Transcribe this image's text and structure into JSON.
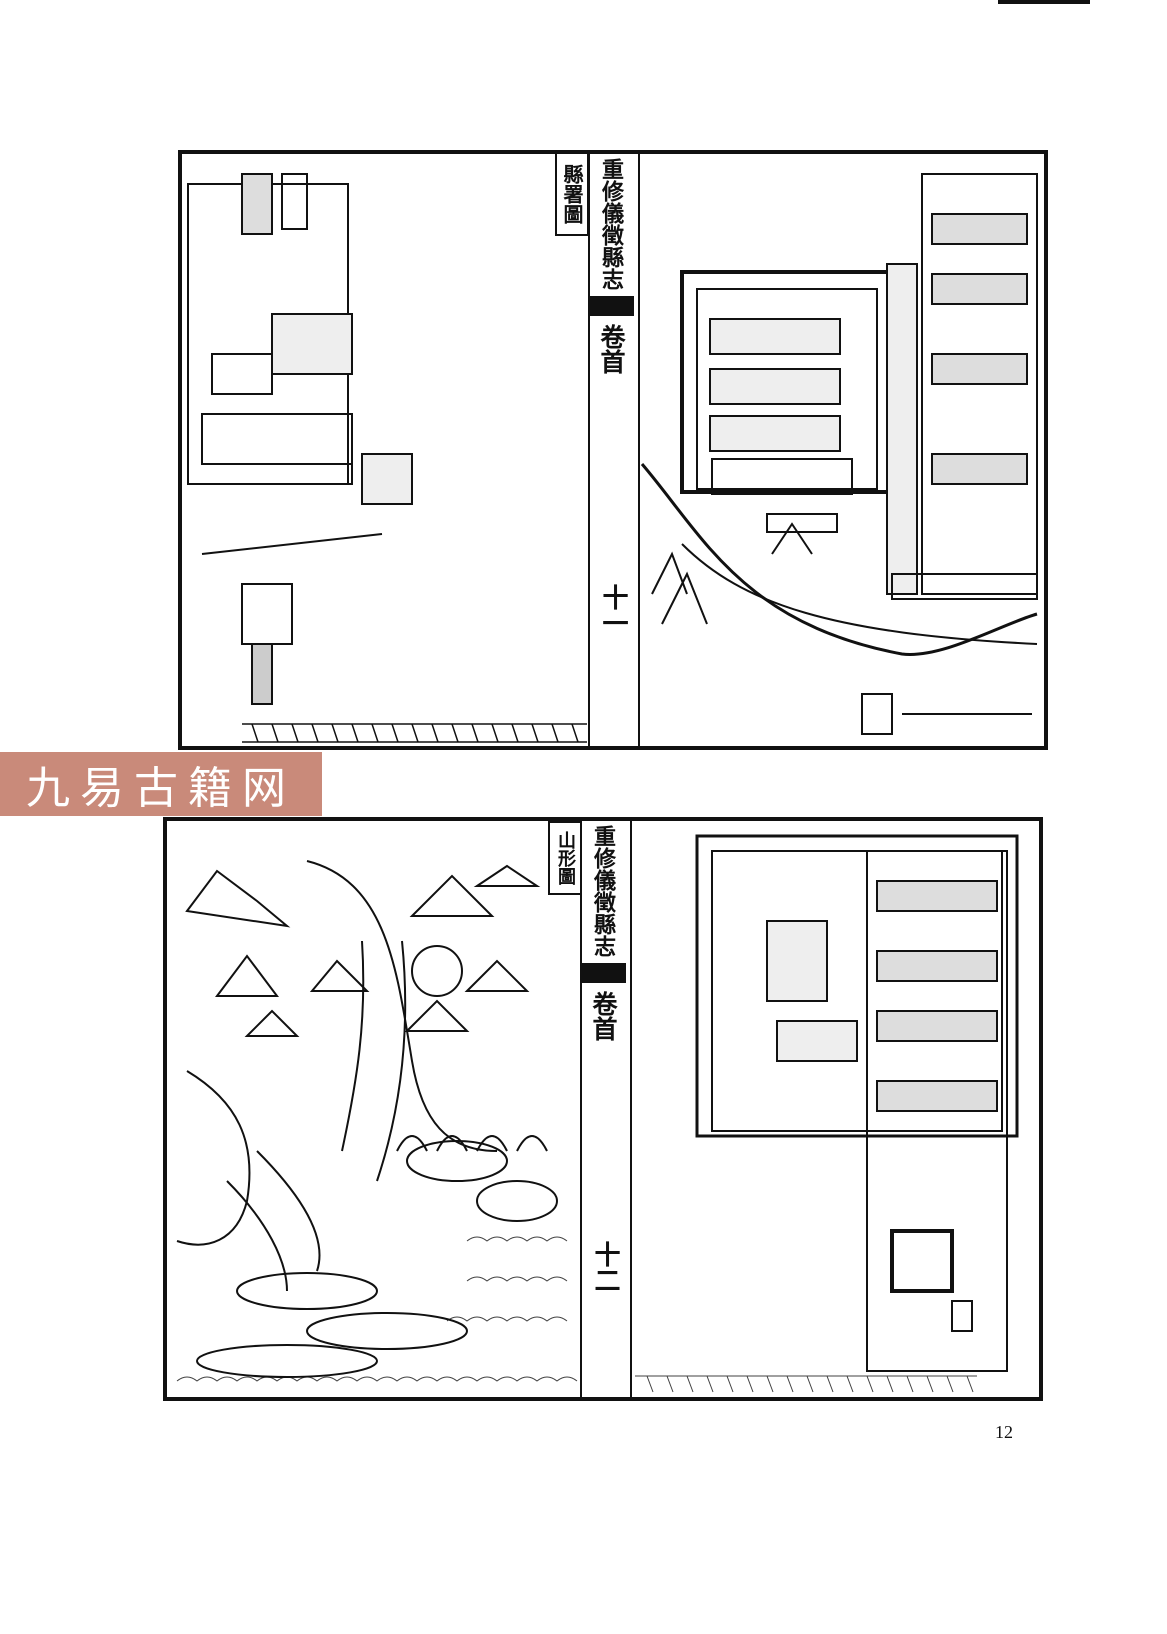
{
  "top_bar_mark": "",
  "book_title": "重修儀徵縣志",
  "volume": "卷首",
  "spreads": [
    {
      "map_title": "縣署圖",
      "leaf_number": "十一"
    },
    {
      "map_title": "山形圖",
      "leaf_number": "十二"
    }
  ],
  "watermark": "九易古籍网",
  "page_number": "12"
}
